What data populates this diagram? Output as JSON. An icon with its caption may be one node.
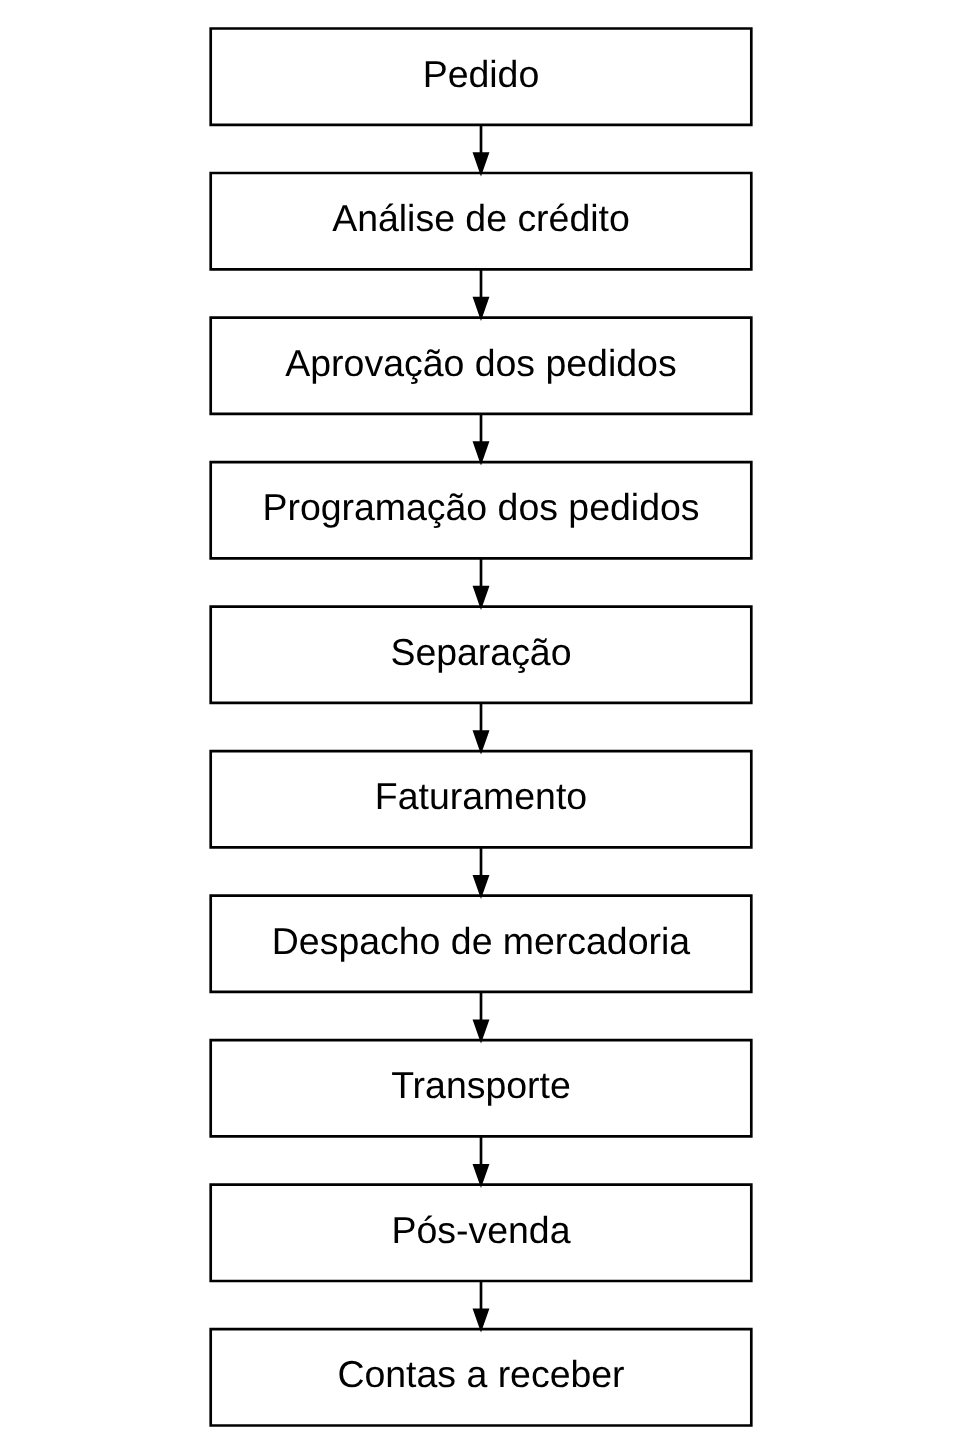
{
  "diagram": {
    "nodes": [
      {
        "text": [
          "Pedido"
        ]
      },
      {
        "text": [
          "Análise de crédito"
        ]
      },
      {
        "text": [
          "Aprovação dos pedidos"
        ]
      },
      {
        "text": [
          "Programação dos pedidos"
        ]
      },
      {
        "text": [
          "Separação"
        ]
      },
      {
        "text": [
          "Faturamento"
        ]
      },
      {
        "text": [
          "Despacho de mercadoria"
        ]
      },
      {
        "text": [
          "Transporte"
        ]
      },
      {
        "text": [
          "Pós-venda"
        ]
      },
      {
        "text": [
          "Contas a receber"
        ]
      }
    ],
    "edges": [
      {
        "from": 0,
        "to": 1,
        "arrow": "to"
      },
      {
        "from": 1,
        "to": 2,
        "arrow": "to"
      },
      {
        "from": 2,
        "to": 3,
        "arrow": "to"
      },
      {
        "from": 3,
        "to": 4,
        "arrow": "to"
      },
      {
        "from": 4,
        "to": 5,
        "arrow": "to"
      },
      {
        "from": 5,
        "to": 6,
        "arrow": "to"
      },
      {
        "from": 6,
        "to": 7,
        "arrow": "to"
      },
      {
        "from": 7,
        "to": 8,
        "arrow": "to"
      },
      {
        "from": 8,
        "to": 9,
        "arrow": "to"
      }
    ]
  }
}
